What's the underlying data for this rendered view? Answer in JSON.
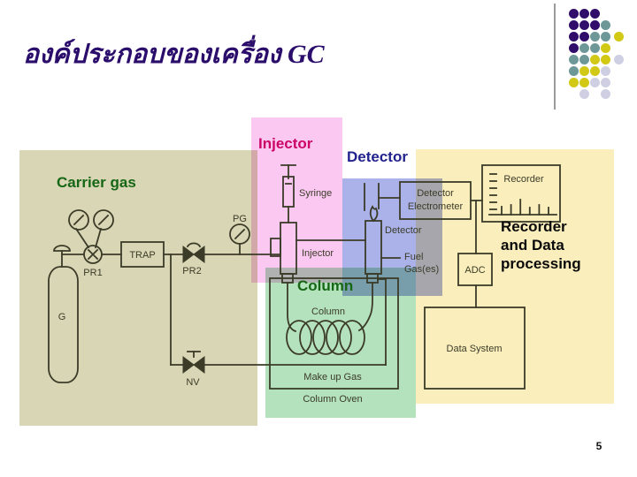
{
  "slide": {
    "title": "องค์ประกอบของเครื่อง GC",
    "page_number": "5"
  },
  "decoration": {
    "dot_colors": {
      "P": "#300d6b",
      "T": "#6e9898",
      "Y": "#d2c917",
      "L": "#cfcfe4"
    },
    "dot_pattern": [
      "PPP..",
      "PPPT.",
      "PPTTY",
      "PTTY.",
      "TTYYL",
      "TYYL.",
      "YYLL.",
      ".L.L."
    ]
  },
  "regions": {
    "carrier": {
      "label": "Carrier gas",
      "color": "#d8d6b4",
      "label_color": "#166616"
    },
    "injector": {
      "label": "Injector",
      "color": "#fac8f0",
      "label_color": "#cc0566"
    },
    "detector": {
      "label": "Detector",
      "color": "#aab2e9",
      "label_color": "#22228e"
    },
    "column": {
      "label": "Column",
      "color": "#b4e2bc",
      "label_color": "#166616"
    },
    "recorder": {
      "label_lines": [
        "Recorder",
        "and Data",
        "processing"
      ],
      "color": "#faeebd",
      "label_color": "#0a0a0a"
    }
  },
  "diagram": {
    "labels": {
      "g": "G",
      "pr1": "PR1",
      "trap": "TRAP",
      "pr2": "PR2",
      "pg": "PG",
      "nv": "NV",
      "syringe": "Syringe",
      "injector": "Injector",
      "detector": "Detector",
      "fuel_line1": "Fuel",
      "fuel_line2": "Gas(es)",
      "electrometer_line1": "Detector",
      "electrometer_line2": "Electrometer",
      "recorder_box": "Recorder",
      "adc": "ADC",
      "data_system": "Data System",
      "column_small": "Column",
      "makeup_gas": "Make up Gas",
      "column_oven": "Column Oven"
    },
    "recorder_peaks": [
      9,
      11,
      17,
      8,
      11,
      8
    ]
  }
}
